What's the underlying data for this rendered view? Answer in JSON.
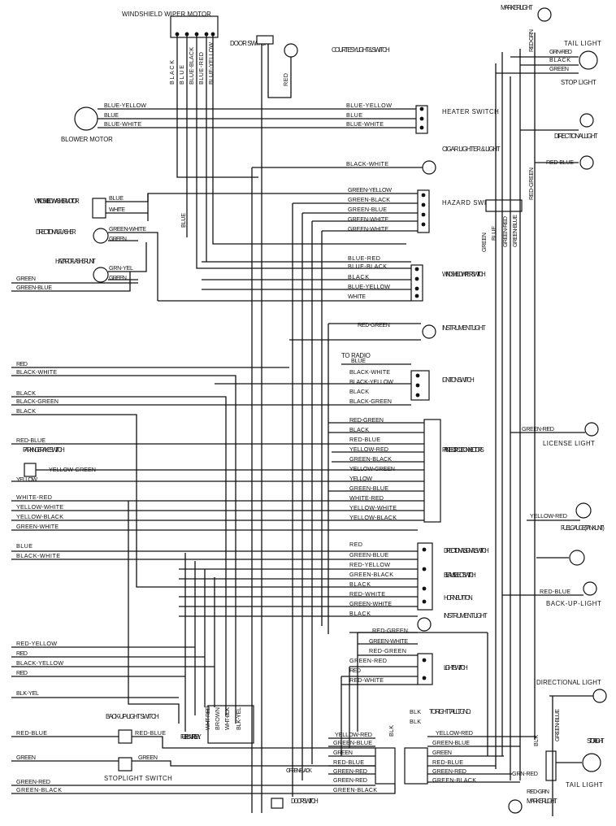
{
  "components": {
    "wiper_motor": "WINDSHIELD WIPER MOTOR",
    "door_switch_top": "DOOR SWITCH",
    "courtesy": "COURTESY LIGHT & SWITCH",
    "blower_motor": "BLOWER MOTOR",
    "heater_switch": "HEATER SWITCH",
    "cigar": "CIGAR LIGHTER & LIGHT",
    "washer_motor": "WINDSHIELD WASHER MOTOR",
    "hazard_switch": "HAZARD SWITCH",
    "dir_flasher": "DIRECTIONAL FLASHER",
    "hazard_flasher": "HAZARD FLASHER UNIT",
    "ww_switch": "WINDSHIELD WIPER SWITCH",
    "instrument_light": "INSTRUMENT LIGHT",
    "to_radio": "TO RADIO",
    "ignition": "IGNITION SWITCH",
    "parking_brake": "PARKING BRAKE SWITCH",
    "pcc": "PRINTED CIRCUIT CONNECTORS",
    "dir_signal": "DIRECTIONAL SIGNAL SWITCH",
    "beam": "BEAM SELECT SWITCH",
    "horn": "HORN BUTTON",
    "instrument_light2": "INSTRUMENT LIGHT",
    "light_switch": "LIGHT SWITCH",
    "backup_switch": "BACK-UP-LIGHT SWITCH",
    "stoplight_switch": "STOPLIGHT SWITCH",
    "fuel_pump": "FUEL PUMP RELAY",
    "door_switch_bottom": "DOOR SWITCH",
    "marker_top": "MARKER LIGHT",
    "tail_stop": "TAIL LIGHT",
    "stop_light": "STOP LIGHT",
    "dir_light_top": "DIRECTIONAL LIGHT",
    "license": "LICENSE LIGHT",
    "fuel_gauge": "FUEL GAUGE (TANK UNIT)",
    "backup_light": "BACK-UP-LIGHT",
    "dir_light_bottom": "DIRECTIONAL LIGHT",
    "stop_light2": "STOP LIGHT",
    "tail_light2": "TAIL LIGHT",
    "marker_bottom": "MARKER LIGHT",
    "to_right_tail": "TO RIGHT TAIL LT. GND."
  },
  "wires": {
    "wiper_vertical": [
      "BLACK",
      "BLUE",
      "BLUE-BLACK",
      "BLUE-RED",
      "BLUE-YELLOW"
    ],
    "red_courtesy": "RED",
    "heater": [
      "BLUE-YELLOW",
      "BLUE",
      "BLUE-WHITE"
    ],
    "heater_right": [
      "BLUE-YELLOW",
      "BLUE",
      "BLUE-WHITE"
    ],
    "black_white_cigar": "BLACK-WHITE",
    "washer": [
      "BLUE",
      "WHITE"
    ],
    "blue_vertical": "BLUE",
    "hazard": [
      "GREEN-YELLOW",
      "GREEN-BLACK",
      "GREEN-BLUE",
      "GREEN-WHITE",
      "GREEN-WHITE"
    ],
    "dir_flasher": [
      "GREEN-WHITE",
      "GREEN"
    ],
    "hazard_flasher": [
      "GRN-YEL",
      "GREEN"
    ],
    "left_green": "GREEN",
    "left_green_blue": "GREEN-BLUE",
    "ww_switch": [
      "BLUE-RED",
      "BLUE-BLACK",
      "BLACK",
      "BLUE-YELLOW",
      "WHITE"
    ],
    "inst_red_green": "RED-GREEN",
    "ign_blue": "BLUE",
    "ign": [
      "BLACK-WHITE",
      "BLACK-YELLOW",
      "BLACK",
      "BLACK-GREEN"
    ],
    "left_mid": [
      "RED",
      "BLACK-WHITE",
      "BLACK",
      "BLACK-GREEN",
      "BLACK"
    ],
    "pcc": [
      "RED-GREEN",
      "BLACK",
      "RED-BLUE",
      "YELLOW-RED",
      "GREEN-BLACK",
      "YELLOW-GREEN",
      "YELLOW",
      "GREEN-BLUE",
      "WHITE-RED",
      "YELLOW-WHITE",
      "YELLOW-BLACK"
    ],
    "left_red_blue": "RED-BLUE",
    "yellow_green": "YELLOW-GREEN",
    "yellow": "YELLOW",
    "left_low": [
      "WHITE-RED",
      "YELLOW-WHITE",
      "YELLOW-BLACK",
      "GREEN-WHITE",
      "BLUE",
      "BLACK-WHITE"
    ],
    "dsig": [
      "RED",
      "GREEN-BLUE",
      "RED-YELLOW",
      "GREEN-BLACK",
      "BLACK",
      "RED-WHITE",
      "GREEN-WHITE",
      "BLACK"
    ],
    "inst2_red_green": "RED-GREEN",
    "ls": [
      "GREEN-WHITE",
      "RED-GREEN",
      "GREEN-RED",
      "RED",
      "RED-WHITE"
    ],
    "left_bottom": [
      "RED-YELLOW",
      "RED",
      "BLACK-YELLOW",
      "RED"
    ],
    "blk_yel": "BLK-YEL",
    "fuel_pump_wires": [
      "WHT-RED",
      "BROWN",
      "WHT-BLK",
      "BLK-YEL"
    ],
    "backup_sw": [
      "RED-BLUE",
      "RED-BLUE"
    ],
    "stop_sw": [
      "GREEN",
      "GREEN"
    ],
    "bottom_left": [
      "GREEN-RED",
      "GREEN-BLACK"
    ],
    "center_conn": [
      "YELLOW-RED",
      "GREEN-BLUE",
      "GREEN",
      "RED-BLUE",
      "GREEN-RED",
      "GREEN-RED",
      "GREEN-BLACK"
    ],
    "green_black_short": "GREEN-BLACK",
    "blk_short": "BLK",
    "blk_tail": [
      "BLK",
      "BLK"
    ],
    "right_conn": [
      "YELLOW-RED",
      "GREEN-BLUE",
      "GREEN",
      "RED-BLUE",
      "GREEN-RED",
      "GREEN-BLACK"
    ],
    "blk_vertical": "BLK",
    "grn_red": "GRN-RED",
    "red_grn_bottom": "RED-GRN",
    "green_blue_vertical": "GREEN-BLUE",
    "marker_red_grn": "RED-GRN",
    "tail_top": [
      "GRN-RED",
      "BLACK",
      "GREEN"
    ],
    "dir_red_blue": "RED-BLUE",
    "red_green_vertical": "RED-GREEN",
    "harness": [
      "GREEN",
      "BLUE",
      "GREEN-RED",
      "GREEN-BLUE"
    ],
    "license_green_red": "GREEN-RED",
    "fuel_yellow_red": "YELLOW-RED",
    "backup_red_blue": "RED-BLUE"
  }
}
